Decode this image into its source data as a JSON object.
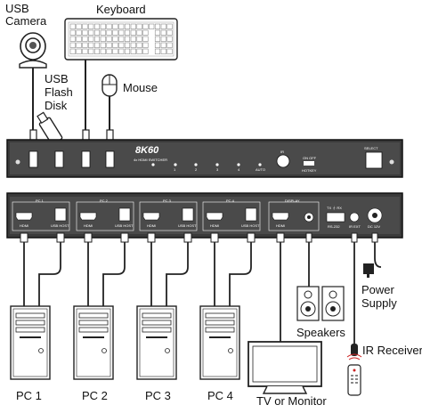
{
  "labels": {
    "usb_camera": [
      "USB",
      "Camera"
    ],
    "keyboard": "Keyboard",
    "usb_flash_disk": [
      "USB",
      "Flash",
      "Disk"
    ],
    "mouse": "Mouse",
    "speakers": "Speakers",
    "power_supply": [
      "Power",
      "Supply"
    ],
    "ir_receiver": "IR Receiver",
    "tv_monitor": "TV or Monitor",
    "pcs": [
      "PC 1",
      "PC 2",
      "PC 3",
      "PC 4"
    ]
  },
  "front_panel": {
    "brand": "8K60",
    "subtitle": "4x HDMI SWITCHER",
    "channels": [
      "1",
      "2",
      "3",
      "4"
    ],
    "ir": "IR",
    "auto": "AUTO",
    "on_off": "ON  OFF",
    "hotkey": "HOTKEY",
    "select": "SELECT"
  },
  "rear_panel": {
    "groups": [
      "PC 1",
      "PC 2",
      "PC 3",
      "PC 4"
    ],
    "hdmi": "HDMI",
    "usb_host": "USB HOST",
    "display": "DISPLAY",
    "tx_rx": "TX ⏚ RX",
    "rs232": "RS-232",
    "ir_ext": "IR EXT",
    "dc": "DC 12V"
  }
}
